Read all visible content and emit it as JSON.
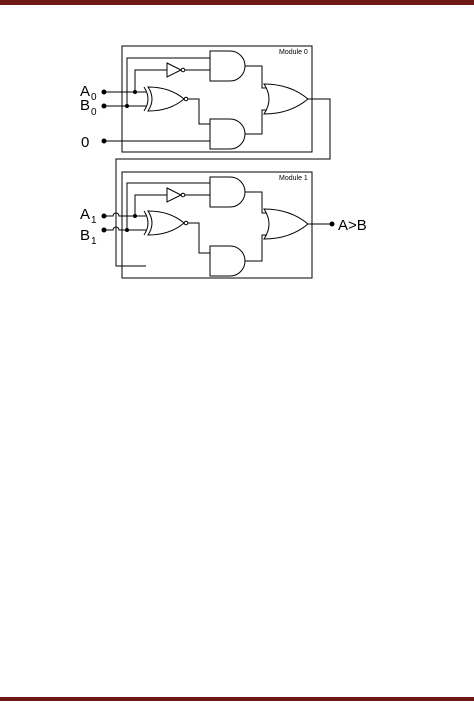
{
  "module0": {
    "title": "Module 0"
  },
  "module1": {
    "title": "Module 1"
  },
  "inputs": {
    "a0": {
      "letter": "A",
      "sub": "0"
    },
    "b0": {
      "letter": "B",
      "sub": "0"
    },
    "zero": "0",
    "a1": {
      "letter": "A",
      "sub": "1"
    },
    "b1": {
      "letter": "B",
      "sub": "1"
    }
  },
  "output": {
    "label": "A>B"
  },
  "colors": {
    "rule": "#6e1818",
    "ink": "#000000"
  }
}
